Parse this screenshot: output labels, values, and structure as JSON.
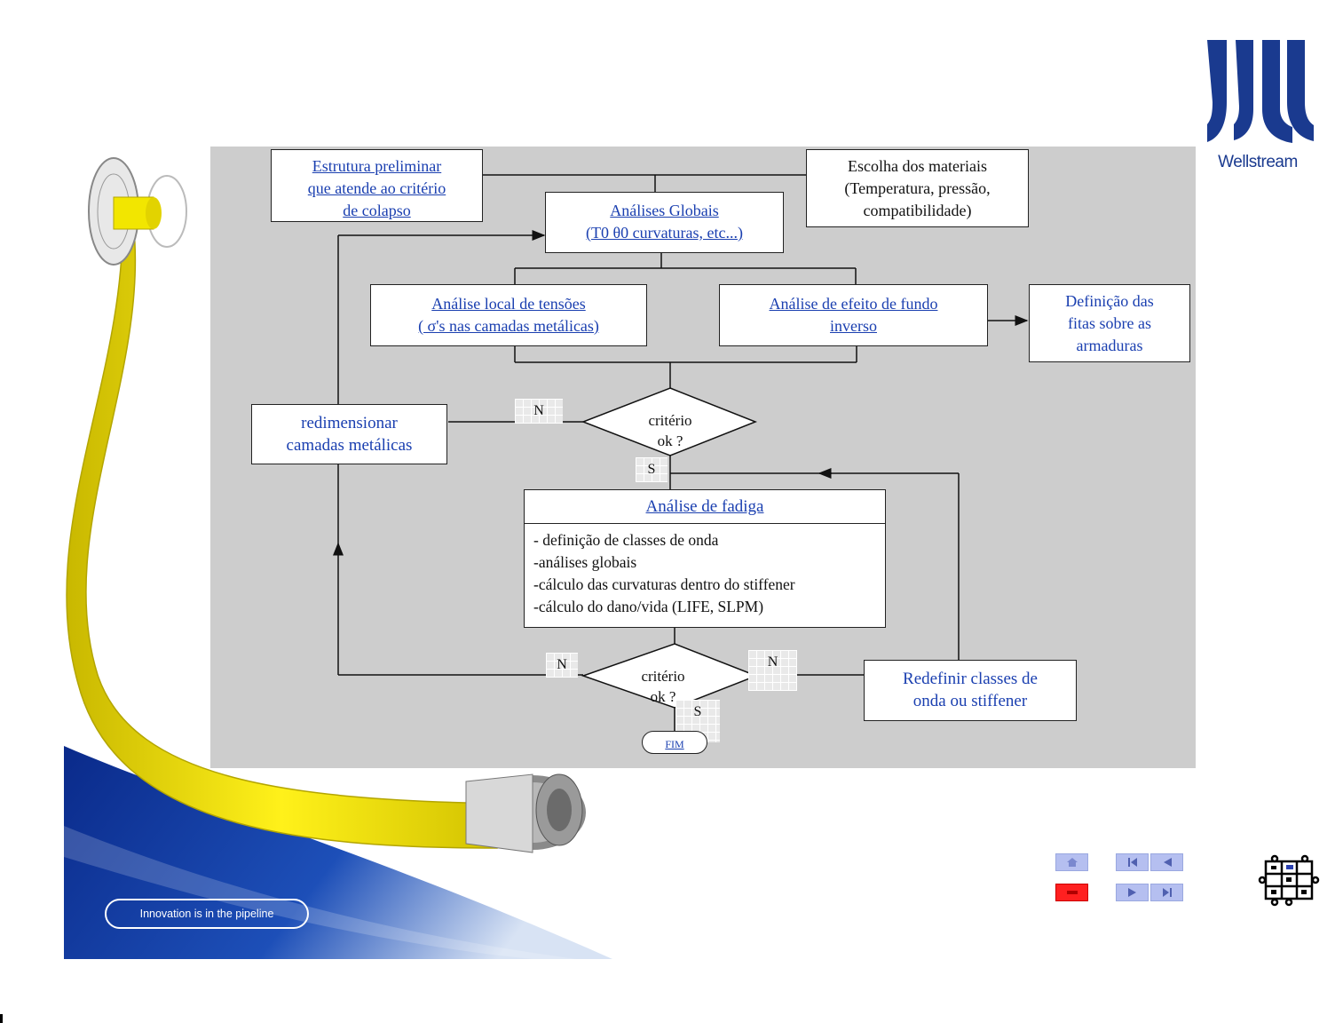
{
  "brand": {
    "name": "Wellstream",
    "tagline": "Innovation is in the pipeline"
  },
  "flowchart": {
    "estrutura": [
      "Estrutura preliminar",
      "que atende ao critério",
      "de colapso"
    ],
    "materiais": [
      "Escolha dos materiais",
      "(Temperatura, pressão,",
      "compatibilidade)"
    ],
    "globais": [
      "Análises Globais",
      "(T0 θ0 curvaturas, etc...)"
    ],
    "tensoes": [
      "Análise local de tensões",
      "( σ's nas camadas metálicas)"
    ],
    "fundo": [
      "Análise de efeito de fundo",
      "inverso"
    ],
    "fitas": [
      "Definição das",
      "fitas sobre as",
      "armaduras"
    ],
    "redim": [
      "redimensionar",
      "camadas metálicas"
    ],
    "criterio1": [
      "critério",
      "ok ?"
    ],
    "criterio2": [
      "critério",
      "ok ?"
    ],
    "fadiga_title": "Análise de fadiga",
    "fadiga_items": [
      "- definição de classes de onda",
      "-análises globais",
      "-cálculo das curvaturas dentro do stiffener",
      "-cálculo do dano/vida (LIFE, SLPM)"
    ],
    "redefinir": [
      "Redefinir classes de",
      "onda ou stiffener"
    ],
    "fim": "FIM",
    "n_label": "N",
    "s_label": "S"
  },
  "icons": [
    "pipe-reel-icon",
    "home-icon",
    "first-icon",
    "prev-icon",
    "exit-icon",
    "next-icon",
    "last-icon",
    "puzzle-icon"
  ],
  "colors": {
    "link_blue": "#1a3fb0",
    "panel_gray": "#cdcdcd",
    "pipe_yellow": "#f2e600",
    "brand_blue": "#1a3a8f",
    "nav_red": "#ff2020"
  }
}
